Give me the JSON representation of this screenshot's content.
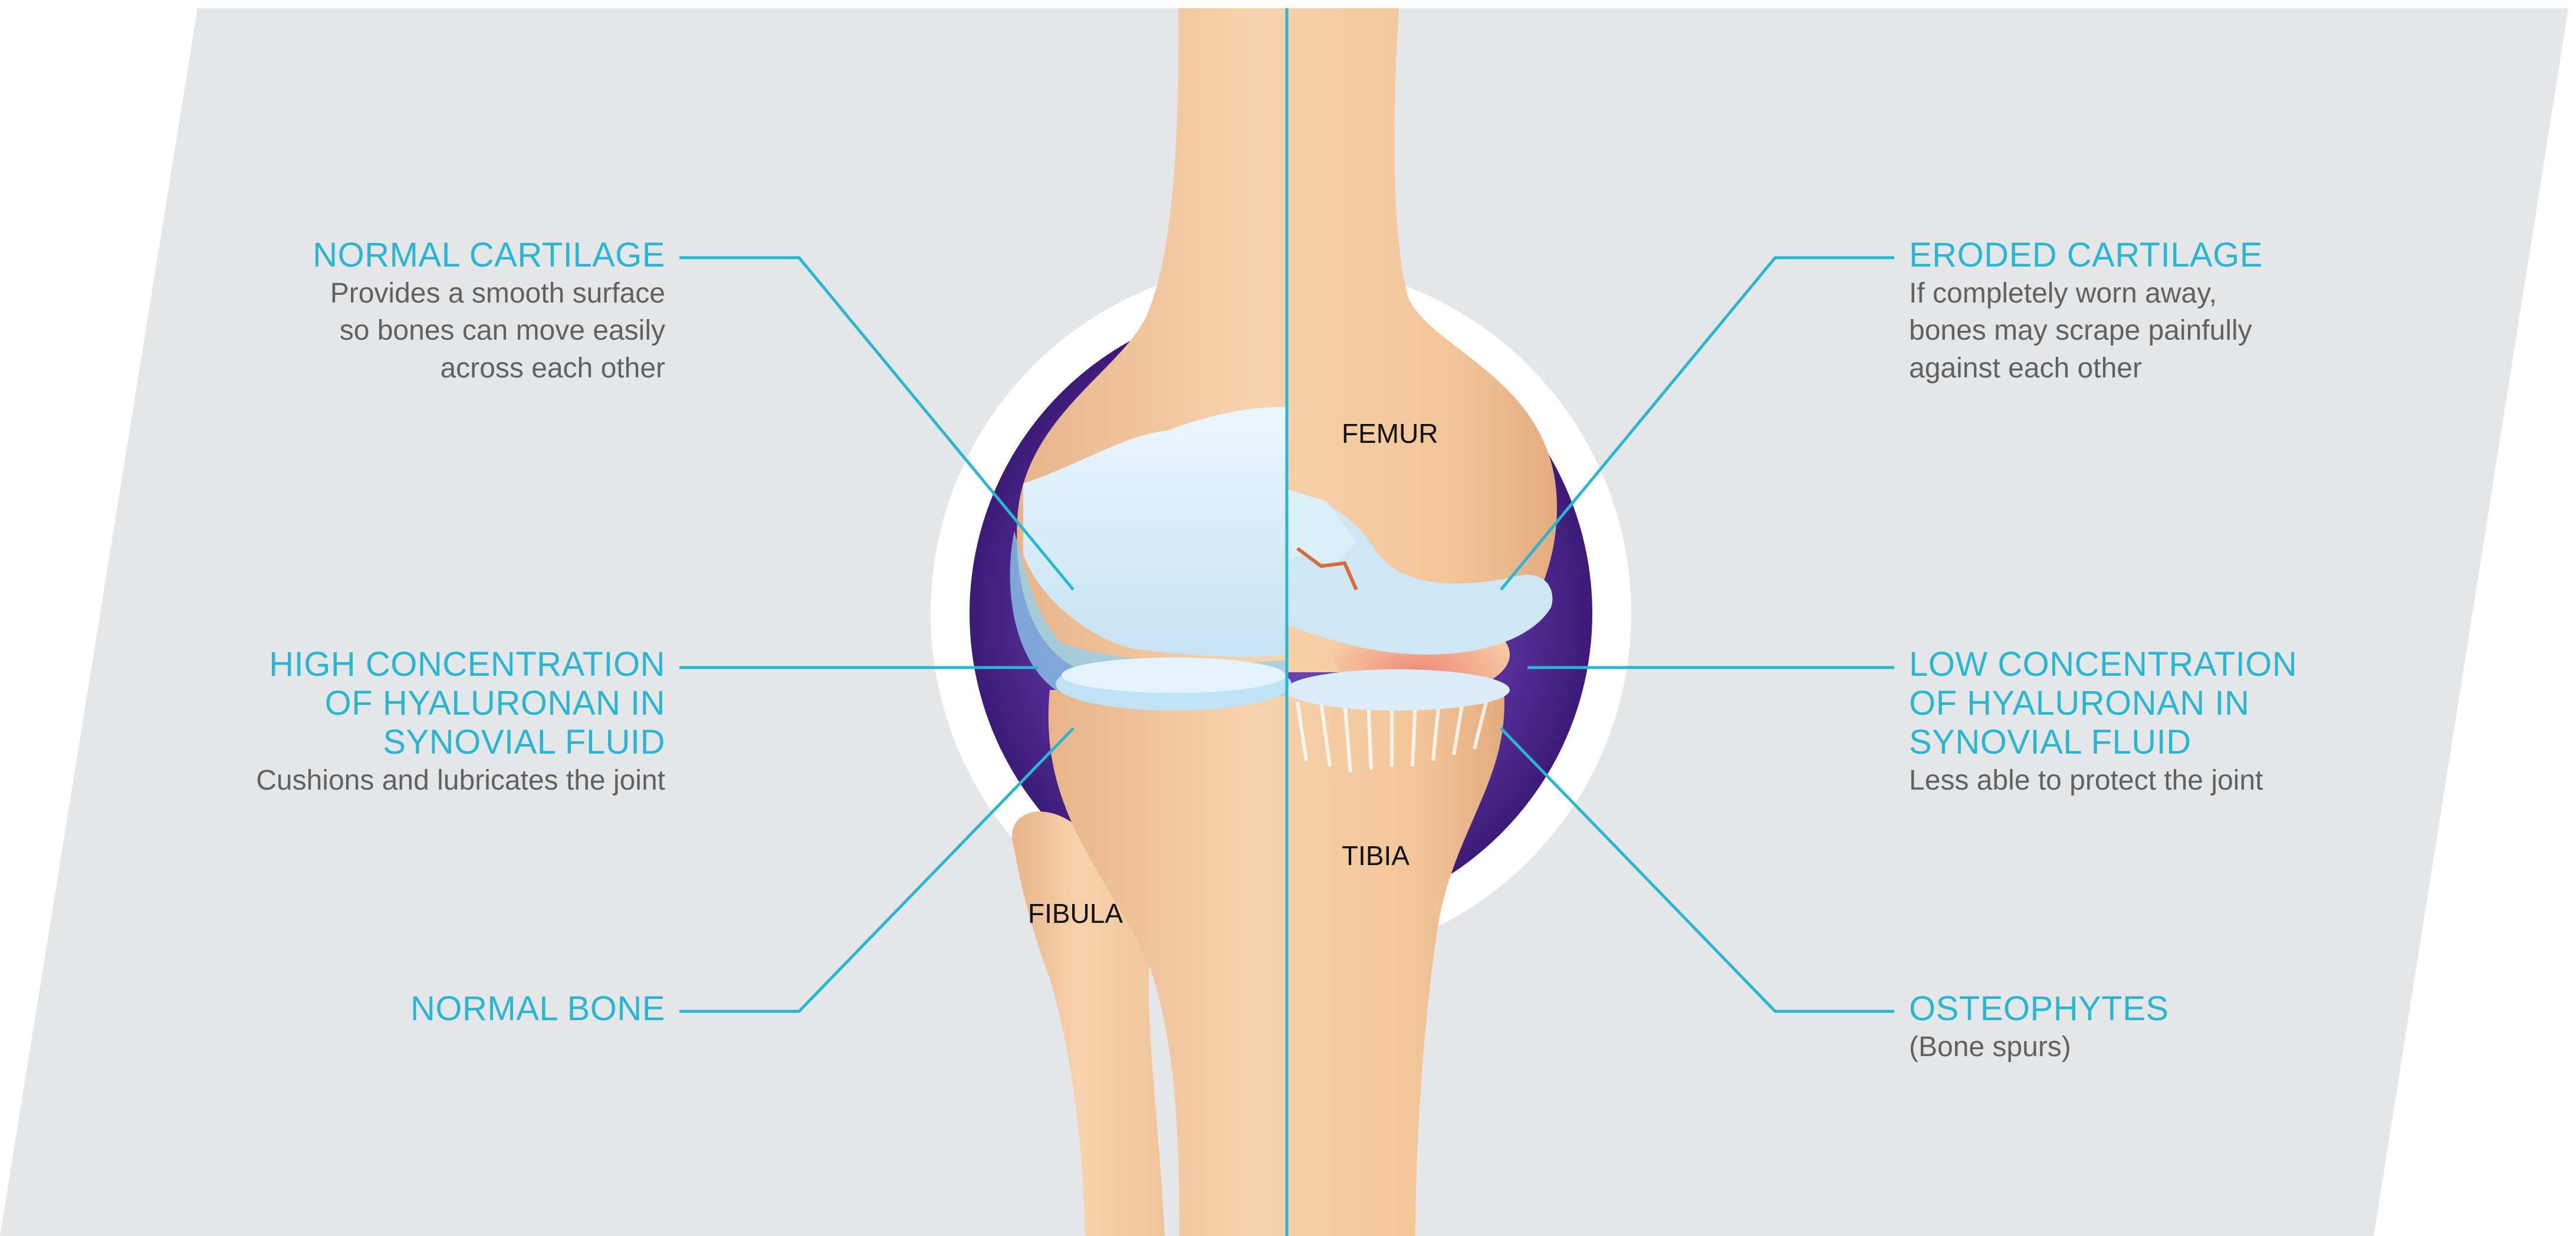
{
  "colors": {
    "accent": "#29b6d3",
    "text": "#616161",
    "panel": "#e5e6e7",
    "bone": "#f4c79d",
    "synovium": "#4b2489",
    "cartilage": "#d6ecf8"
  },
  "bones": {
    "femur": "FEMUR",
    "tibia": "TIBIA",
    "fibula": "FIBULA"
  },
  "left": {
    "normal_cartilage": {
      "title": "NORMAL CARTILAGE",
      "desc": [
        "Provides a smooth surface",
        "so bones can move easily",
        "across each other"
      ]
    },
    "high_concentration": {
      "title": [
        "HIGH CONCENTRATION",
        "OF HYALURONAN IN",
        "SYNOVIAL FLUID"
      ],
      "desc": [
        "Cushions and lubricates the joint"
      ]
    },
    "normal_bone": {
      "title": "NORMAL BONE"
    }
  },
  "right": {
    "eroded_cartilage": {
      "title": "ERODED CARTILAGE",
      "desc": [
        "If completely worn away,",
        "bones may scrape painfully",
        "against each other"
      ]
    },
    "low_concentration": {
      "title": [
        "LOW CONCENTRATION",
        "OF HYALURONAN IN",
        "SYNOVIAL FLUID"
      ],
      "desc": [
        "Less able to protect the joint"
      ]
    },
    "osteophytes": {
      "title": "OSTEOPHYTES",
      "desc": [
        "(Bone spurs)"
      ]
    }
  }
}
